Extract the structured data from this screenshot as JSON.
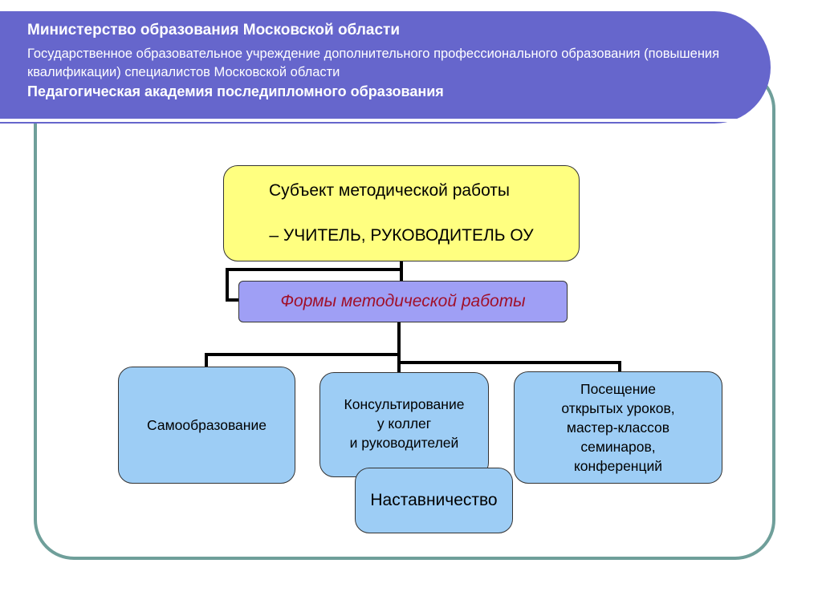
{
  "header": {
    "line1": "Министерство образования Московской области",
    "line2": "Государственное образовательное учреждение дополнительного профессионального образования (повышения квалификации) специалистов Московской области",
    "line3": "Педагогическая академия последипломного образования"
  },
  "diagram": {
    "subject": {
      "line1": "Субъект методической работы",
      "line2": "– УЧИТЕЛЬ, РУКОВОДИТЕЛЬ ОУ"
    },
    "forms": "Формы  методической работы",
    "children": {
      "self_education": "Самообразование",
      "consulting": [
        "Консультирование",
        "у коллег",
        "и руководителей"
      ],
      "visits": [
        "Посещение",
        "открытых уроков,",
        "мастер-классов",
        "семинаров,",
        "конференций"
      ],
      "mentoring": "Наставничество"
    }
  },
  "colors": {
    "header_bg": "#6666cc",
    "frame_border": "#6f9f9a",
    "subject_bg": "#ffff80",
    "forms_bg": "#9f9ff5",
    "forms_text": "#a0102a",
    "child_bg": "#9dcdf5"
  }
}
